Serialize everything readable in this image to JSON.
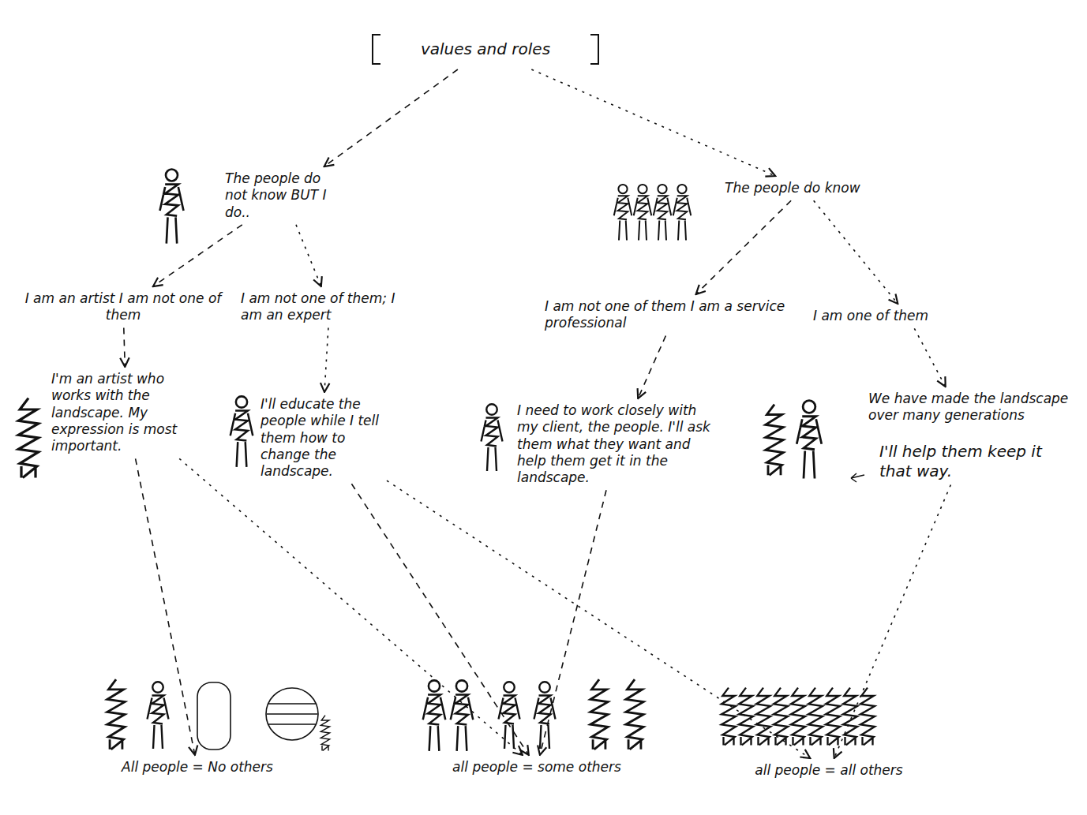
{
  "diagram": {
    "nodes": [
      {
        "text": [
          "values and roles"
        ]
      },
      {
        "text": [
          "The people do not know BUT I do.."
        ]
      },
      {
        "text": [
          "The people do know"
        ]
      },
      {
        "text": [
          "I am an artist I am not one of them"
        ]
      },
      {
        "text": [
          "I am not one of them; I am an expert"
        ]
      },
      {
        "text": [
          "I am not one of them I am a service professional"
        ]
      },
      {
        "text": [
          "I am one of them"
        ]
      },
      {
        "text": [
          "I'm an artist who works with the landscape. My expression is most important."
        ]
      },
      {
        "text": [
          "I'll educate the people while I tell them how to change the landscape."
        ]
      },
      {
        "text": [
          "I need to work closely with my client, the people. I'll ask them what they want and help them get it in the landscape."
        ]
      },
      {
        "text": [
          "We have made the landscape over many generations",
          "I'll help them keep it that way."
        ]
      },
      {
        "text": [
          "All people = No others"
        ]
      },
      {
        "text": [
          "all people = some others"
        ]
      },
      {
        "text": [
          "all people = all others"
        ]
      }
    ],
    "edges": [
      {
        "from": 0,
        "to": 1,
        "arrow": "to"
      },
      {
        "from": 0,
        "to": 2,
        "arrow": "to"
      },
      {
        "from": 1,
        "to": 3,
        "arrow": "to"
      },
      {
        "from": 1,
        "to": 4,
        "arrow": "to"
      },
      {
        "from": 2,
        "to": 5,
        "arrow": "to"
      },
      {
        "from": 2,
        "to": 6,
        "arrow": "to"
      },
      {
        "from": 3,
        "to": 7,
        "arrow": "to"
      },
      {
        "from": 4,
        "to": 8,
        "arrow": "to"
      },
      {
        "from": 5,
        "to": 9,
        "arrow": "to"
      },
      {
        "from": 6,
        "to": 10,
        "arrow": "to"
      },
      {
        "from": 7,
        "to": 11,
        "arrow": "to"
      },
      {
        "from": 7,
        "to": 12,
        "arrow": "to"
      },
      {
        "from": 8,
        "to": 12,
        "arrow": "to"
      },
      {
        "from": 8,
        "to": 13,
        "arrow": "to"
      },
      {
        "from": 9,
        "to": 12,
        "arrow": "to"
      },
      {
        "from": 10,
        "to": 13,
        "arrow": "to"
      }
    ]
  }
}
